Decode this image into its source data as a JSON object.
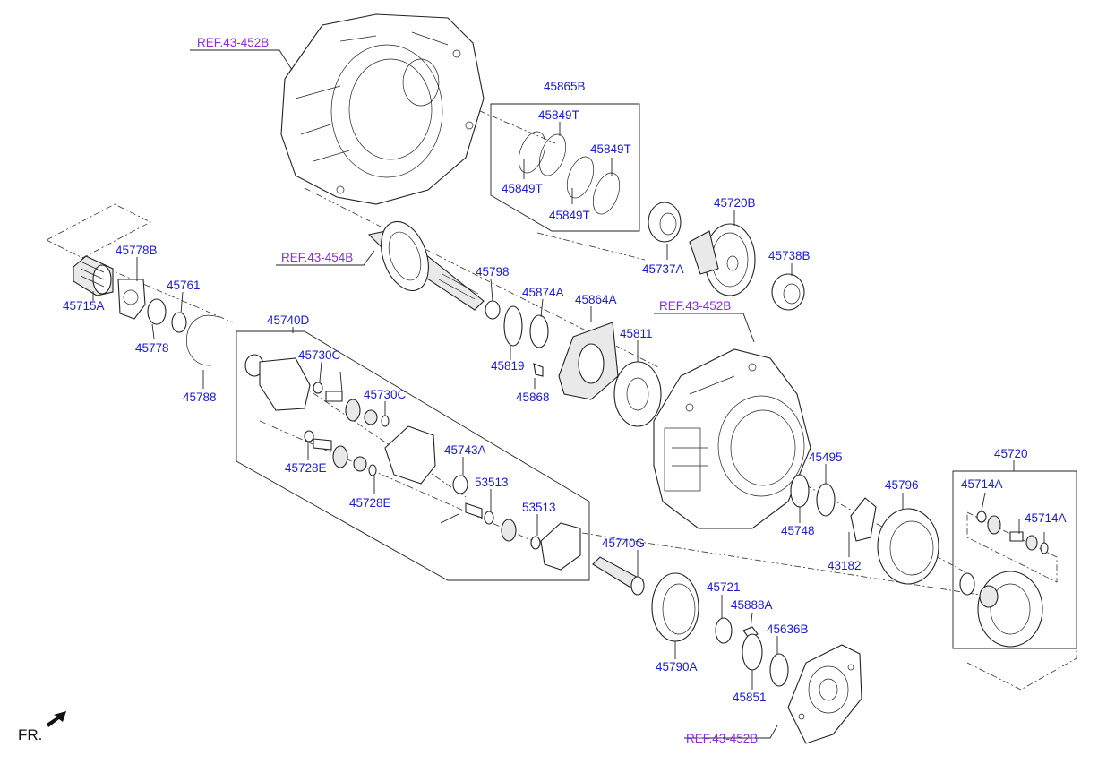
{
  "references": [
    "REF.43-452B",
    "REF.43-454B",
    "REF.43-452B",
    "REF.43-452B"
  ],
  "labels": [
    "45865B",
    "45849T",
    "45849T",
    "45849T",
    "45849T",
    "45720B",
    "45737A",
    "45738B",
    "45778B",
    "45715A",
    "45761",
    "45778",
    "45788",
    "45798",
    "45874A",
    "45864A",
    "45819",
    "45868",
    "45811",
    "45740D",
    "45730C",
    "45730C",
    "45728E",
    "45728E",
    "45743A",
    "53513",
    "53513",
    "45495",
    "45748",
    "45796",
    "43182",
    "45720",
    "45714A",
    "45714A",
    "45740G",
    "45721",
    "45888A",
    "45636B",
    "45790A",
    "45851"
  ],
  "front_indicator": "FR."
}
